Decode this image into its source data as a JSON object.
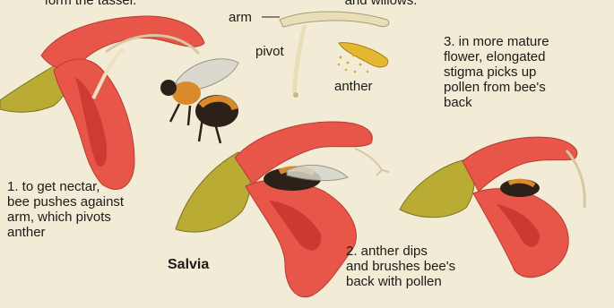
{
  "top_partial": {
    "left": "form the tassel.",
    "right": "and willows."
  },
  "parts": {
    "arm": "arm",
    "pivot": "pivot",
    "anther": "anther"
  },
  "steps": {
    "step1": [
      "1. to get nectar,",
      "bee pushes against",
      "arm, which pivots",
      "anther"
    ],
    "step2": [
      "2. anther dips",
      "and brushes bee's",
      "back with pollen"
    ],
    "step3": [
      "3. in more mature",
      "flower, elongated",
      "stigma picks up",
      "pollen from bee's",
      "back"
    ]
  },
  "title": "Salvia",
  "colors": {
    "background": "#f2ecd6",
    "petal": "#e8564a",
    "petal_dark": "#c8332d",
    "sepal": "#b9ab33",
    "anther": "#e6b730",
    "bee_body": "#2b2118",
    "bee_orange": "#d98a2a"
  }
}
